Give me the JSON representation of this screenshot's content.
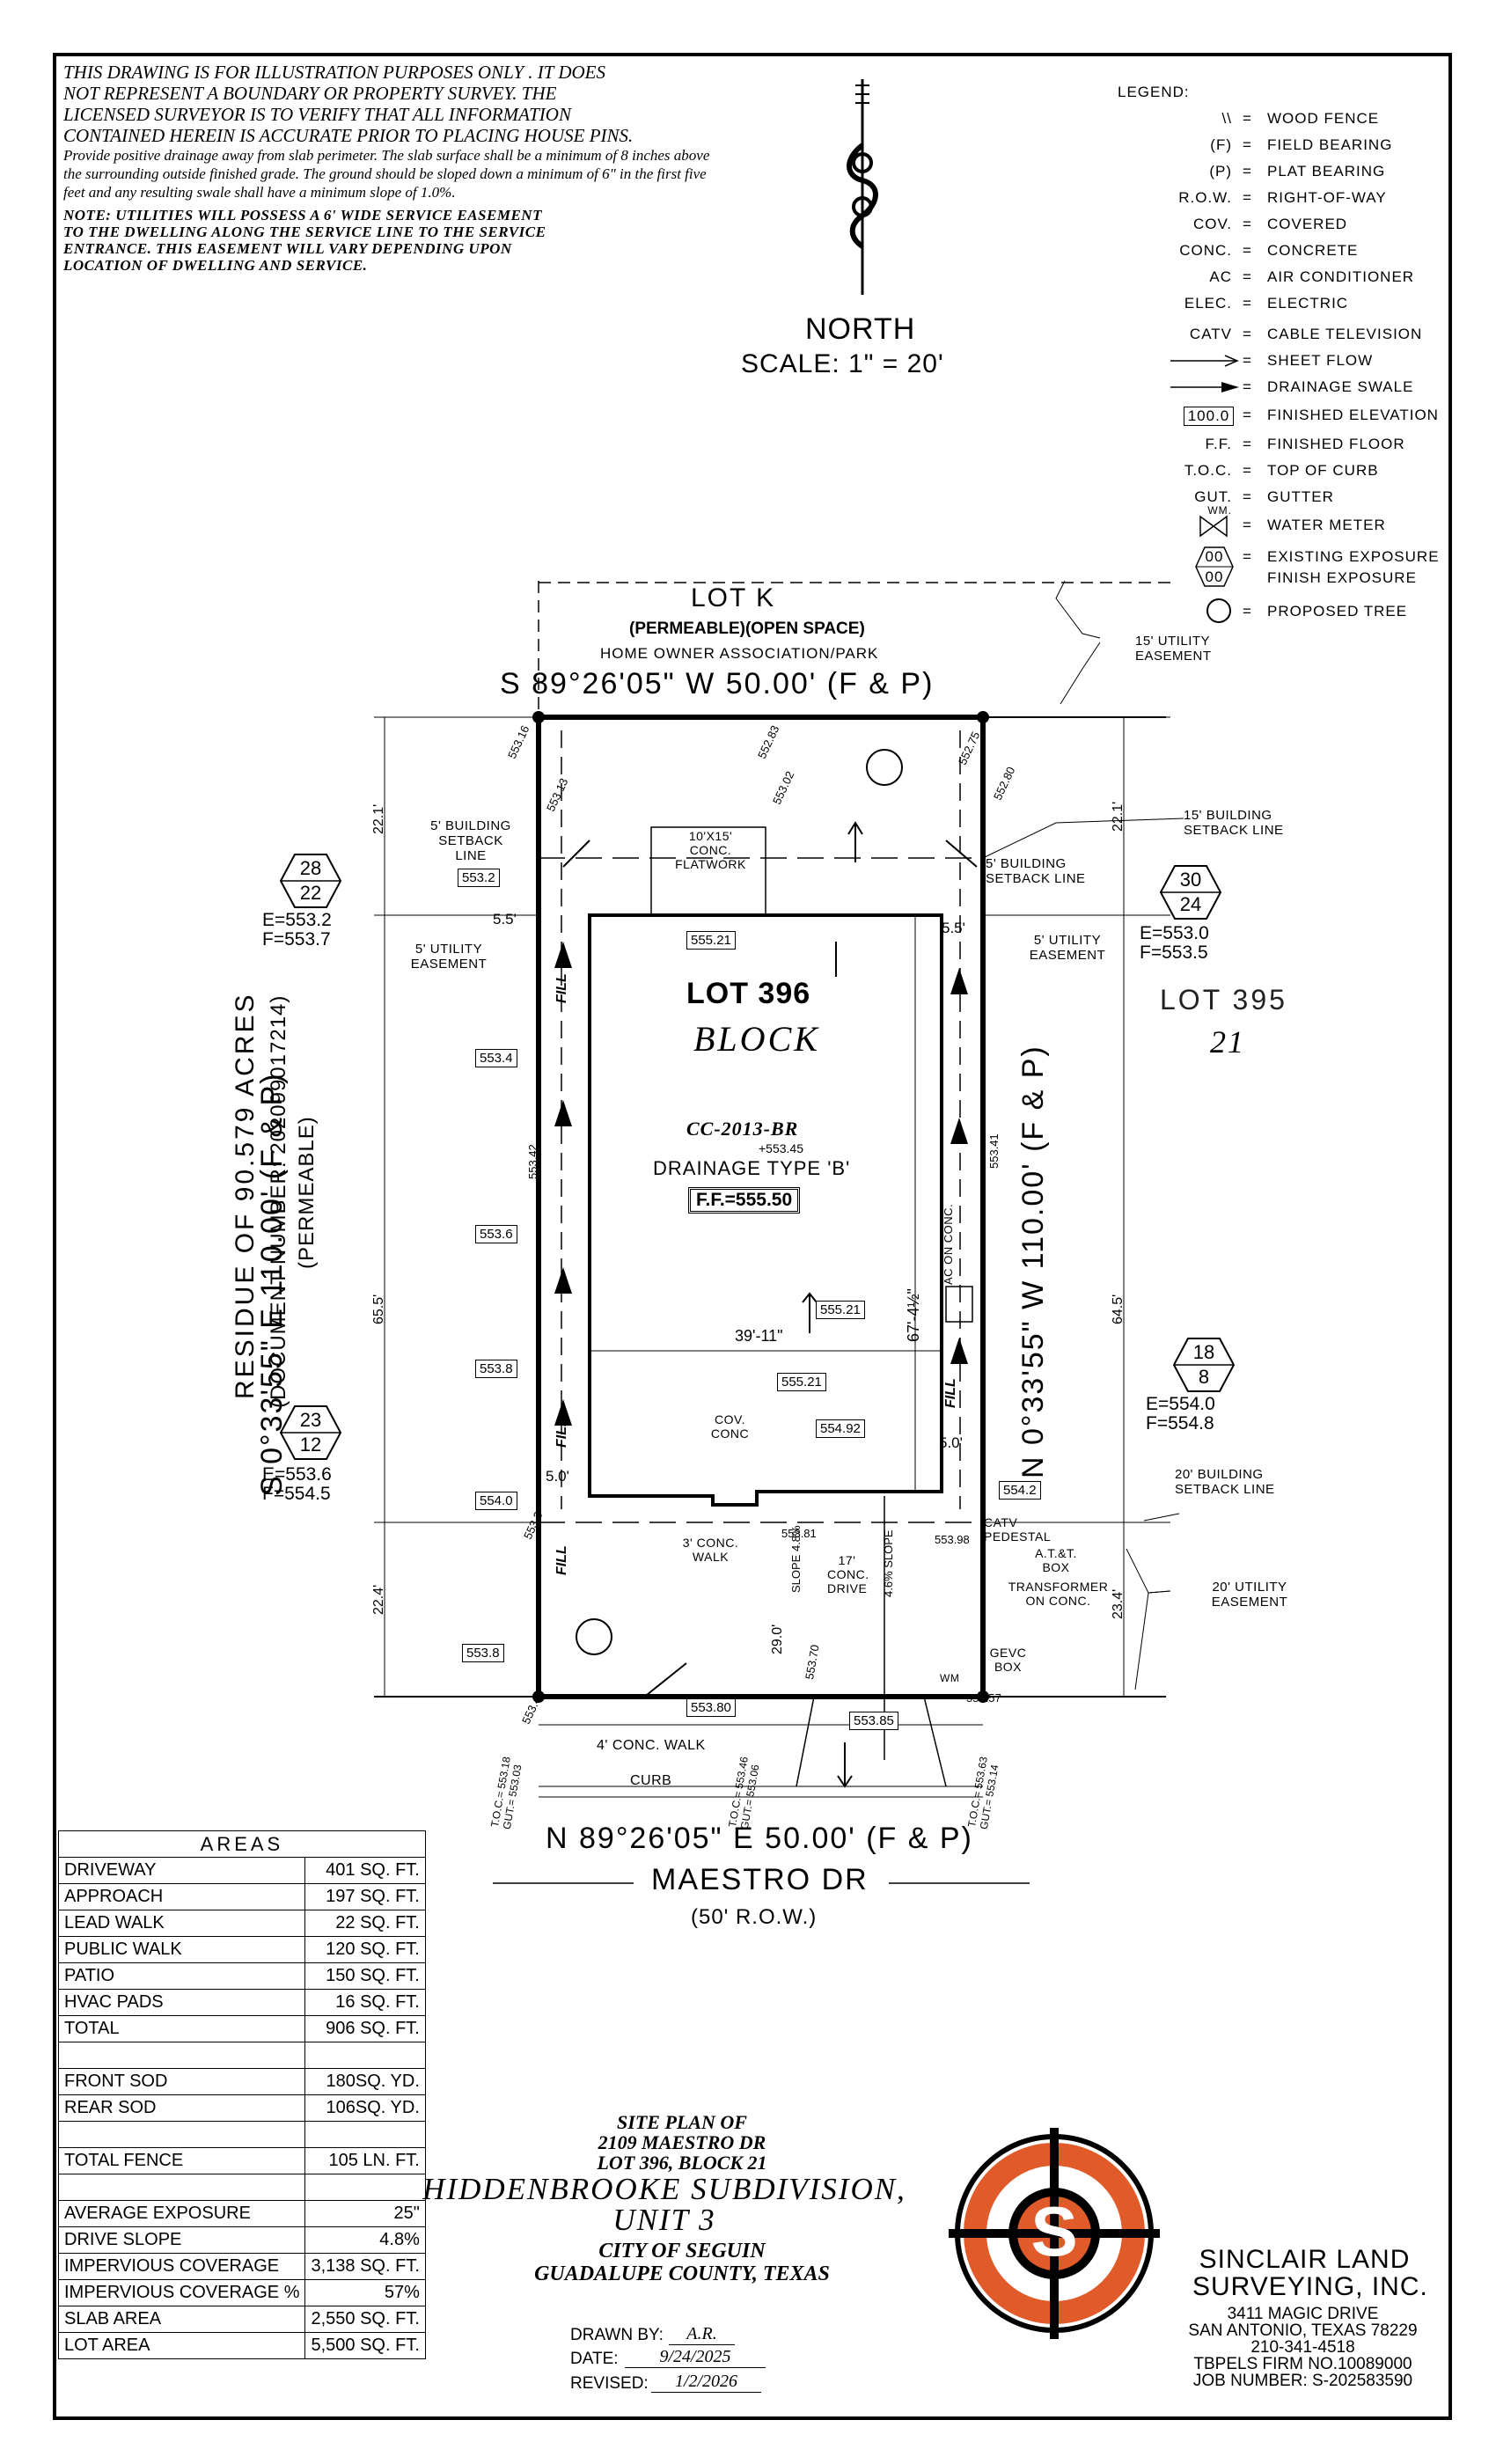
{
  "disclaimer": {
    "line1": "THIS DRAWING IS FOR ILLUSTRATION PURPOSES ONLY . IT DOES",
    "line2": "NOT REPRESENT A BOUNDARY OR PROPERTY SURVEY. THE",
    "line3": "LICENSED SURVEYOR IS TO VERIFY THAT ALL INFORMATION",
    "line4": "CONTAINED HEREIN IS ACCURATE PRIOR TO PLACING HOUSE PINS.",
    "drainage": "Provide positive drainage away from slab perimeter. The slab surface shall be a minimum of 8 inches above the surrounding outside finished grade. The ground should be sloped down a minimum of 6\" in the first five feet and any resulting swale shall have a minimum slope of 1.0%.",
    "note": "NOTE: UTILITIES WILL POSSESS A 6' WIDE SERVICE EASEMENT TO THE DWELLING ALONG THE SERVICE LINE TO THE SERVICE ENTRANCE. THIS EASEMENT WILL VARY DEPENDING UPON LOCATION OF DWELLING AND SERVICE."
  },
  "north": {
    "label": "NORTH",
    "scale": "SCALE: 1\" = 20'"
  },
  "legend": {
    "title": "LEGEND:",
    "items": [
      {
        "sym": "\\\\",
        "desc": "WOOD FENCE"
      },
      {
        "sym": "(F)",
        "desc": "FIELD BEARING"
      },
      {
        "sym": "(P)",
        "desc": "PLAT BEARING"
      },
      {
        "sym": "R.O.W.",
        "desc": "RIGHT-OF-WAY"
      },
      {
        "sym": "COV.",
        "desc": "COVERED"
      },
      {
        "sym": "CONC.",
        "desc": "CONCRETE"
      },
      {
        "sym": "AC",
        "desc": "AIR CONDITIONER"
      },
      {
        "sym": "ELEC.",
        "desc": "ELECTRIC"
      },
      {
        "sym": "CATV",
        "desc": "CABLE TELEVISION"
      },
      {
        "sym": "",
        "desc": "SHEET FLOW"
      },
      {
        "sym": "",
        "desc": "DRAINAGE SWALE"
      },
      {
        "sym": "100.0",
        "desc": "FINISHED ELEVATION"
      },
      {
        "sym": "F.F.",
        "desc": "FINISHED FLOOR"
      },
      {
        "sym": "T.O.C.",
        "desc": "TOP OF CURB"
      },
      {
        "sym": "GUT.",
        "desc": "GUTTER"
      },
      {
        "sym": "WM.",
        "desc": "WATER METER"
      },
      {
        "sym": "00",
        "sym2": "00",
        "desc": "EXISTING EXPOSURE",
        "desc2": "FINISH EXPOSURE"
      },
      {
        "sym": "",
        "desc": "PROPOSED TREE"
      }
    ]
  },
  "plan": {
    "lot_k": "LOT K",
    "lot_k_sub": "(PERMEABLE)(OPEN SPACE)",
    "lot_k_sub2": "HOME OWNER ASSOCIATION/PARK",
    "north_bearing": "S 89°26'05\" W 50.00' (F & P)",
    "south_bearing": "N 89°26'05\" E 50.00' (F & P)",
    "west_bearing": "S 0°33'55\" E 110.00' (F & P)",
    "east_bearing": "N 0°33'55\" W 110.00' (F & P)",
    "lot": "LOT 396",
    "block": "BLOCK",
    "plan_name": "CC-2013-BR",
    "plan_elev": "+553.45",
    "drainage_type": "DRAINAGE TYPE 'B'",
    "ff": "F.F.=555.50",
    "residue1": "RESIDUE OF 90.579 ACRES",
    "residue2": "(DOCUMENT NUMBER: 202099017214)",
    "residue3": "(PERMEABLE)",
    "lot395": "LOT 395",
    "block21": "21",
    "street": "MAESTRO DR",
    "row": "(50' R.O.W.)",
    "walk": "4' CONC. WALK",
    "curb": "CURB",
    "easement_15": "15' UTILITY EASEMENT",
    "setback_15": "15' BUILDING SETBACK LINE",
    "setback_5l": "5' BUILDING SETBACK LINE",
    "setback_5r": "5' BUILDING SETBACK LINE",
    "util_5l": "5' UTILITY EASEMENT",
    "util_5r": "5' UTILITY EASEMENT",
    "setback_20": "20' BUILDING SETBACK LINE",
    "util_20": "20' UTILITY EASEMENT",
    "flatwork": "10'X15' CONC. FLATWORK",
    "ac": "AC ON CONC.",
    "cov_conc": "COV. CONC",
    "conc_walk": "3' CONC. WALK",
    "drive": "17' CONC. DRIVE",
    "catv": "CATV PEDESTAL",
    "att": "A.T.&T. BOX",
    "transformer": "TRANSFORMER ON CONC.",
    "gevc": "GEVC BOX",
    "wm": "WM",
    "dim_width": "39'-11\"",
    "dim_depth": "67'-4½\"",
    "dim_22_1l": "22.1'",
    "dim_22_1r": "22.1'",
    "dim_65_5": "65.5'",
    "dim_64_5": "64.5'",
    "dim_22_4": "22.4'",
    "dim_23_4": "23.4'",
    "dim_29": "29.0'",
    "dim_5_5l": "5.5'",
    "dim_5_5r": "5.5'",
    "dim_5_0l": "5.0'",
    "dim_5_0r": "5.0'",
    "slope1": "SLOPE 4.8%",
    "slope2": "4.6% SLOPE",
    "fill": "FILL",
    "elev_boxes": [
      "553.2",
      "553.4",
      "553.6",
      "553.8",
      "554.0",
      "553.8",
      "555.21",
      "555.21",
      "555.21",
      "554.92",
      "554.2",
      "553.80",
      "553.85"
    ],
    "spot": [
      "553.16",
      "553.13",
      "553.02",
      "552.83",
      "552.75",
      "552.80",
      "553.42",
      "553.41",
      "553.81",
      "553.98",
      "553.70",
      "553.48",
      "553.57",
      "553.3"
    ],
    "toc_l": [
      "T.O.C.= 553.18",
      "GUT.= 553.03"
    ],
    "toc_m": [
      "T.O.C.= 553.46",
      "GUT.= 553.06"
    ],
    "toc_r": [
      "T.O.C.= 553.63",
      "GUT.= 553.14"
    ],
    "hex_nw": {
      "a": "28",
      "b": "22",
      "e": "E=553.2",
      "f": "F=553.7"
    },
    "hex_ne": {
      "a": "30",
      "b": "24",
      "e": "E=553.0",
      "f": "F=553.5"
    },
    "hex_sw": {
      "a": "23",
      "b": "12",
      "e": "E=553.6",
      "f": "F=554.5"
    },
    "hex_se": {
      "a": "18",
      "b": "8",
      "e": "E=554.0",
      "f": "F=554.8"
    }
  },
  "areas": {
    "title": "AREAS",
    "rows": [
      [
        "DRIVEWAY",
        "401 SQ. FT."
      ],
      [
        "APPROACH",
        "197 SQ. FT."
      ],
      [
        "LEAD WALK",
        "22 SQ. FT."
      ],
      [
        "PUBLIC WALK",
        "120 SQ. FT."
      ],
      [
        "PATIO",
        "150 SQ. FT."
      ],
      [
        "HVAC PADS",
        "16 SQ. FT."
      ],
      [
        "TOTAL",
        "906 SQ. FT."
      ],
      [
        "",
        ""
      ],
      [
        "FRONT SOD",
        "180SQ. YD."
      ],
      [
        "REAR SOD",
        "106SQ. YD."
      ],
      [
        "",
        ""
      ],
      [
        "TOTAL FENCE",
        "105 LN. FT."
      ],
      [
        "",
        ""
      ],
      [
        "AVERAGE EXPOSURE",
        "25\""
      ],
      [
        "DRIVE SLOPE",
        "4.8%"
      ],
      [
        "IMPERVIOUS COVERAGE",
        "3,138 SQ. FT."
      ],
      [
        "IMPERVIOUS COVERAGE %",
        "57%"
      ],
      [
        "SLAB AREA",
        "2,550 SQ. FT."
      ],
      [
        "LOT AREA",
        "5,500 SQ. FT."
      ]
    ]
  },
  "title_block": {
    "l1": "SITE PLAN OF",
    "l2": "2109 MAESTRO DR",
    "l3": "LOT 396, BLOCK 21",
    "l4": "HIDDENBROOKE SUBDIVISION,",
    "l5": "UNIT 3",
    "l6": "CITY OF SEGUIN",
    "l7": "GUADALUPE COUNTY, TEXAS",
    "drawn_label": "DRAWN BY:",
    "drawn": "A.R.",
    "date_label": "DATE:",
    "date": "9/24/2025",
    "revised_label": "REVISED:",
    "revised": "1/2/2026"
  },
  "company": {
    "name1": "SINCLAIR LAND",
    "name2": "SURVEYING, INC.",
    "addr1": "3411 MAGIC DRIVE",
    "addr2": "SAN ANTONIO, TEXAS 78229",
    "phone": "210-341-4518",
    "firm": "TBPELS FIRM NO.10089000",
    "job": "JOB NUMBER: S-202583590",
    "logo_letter": "S",
    "accent": "#E05A2A"
  }
}
